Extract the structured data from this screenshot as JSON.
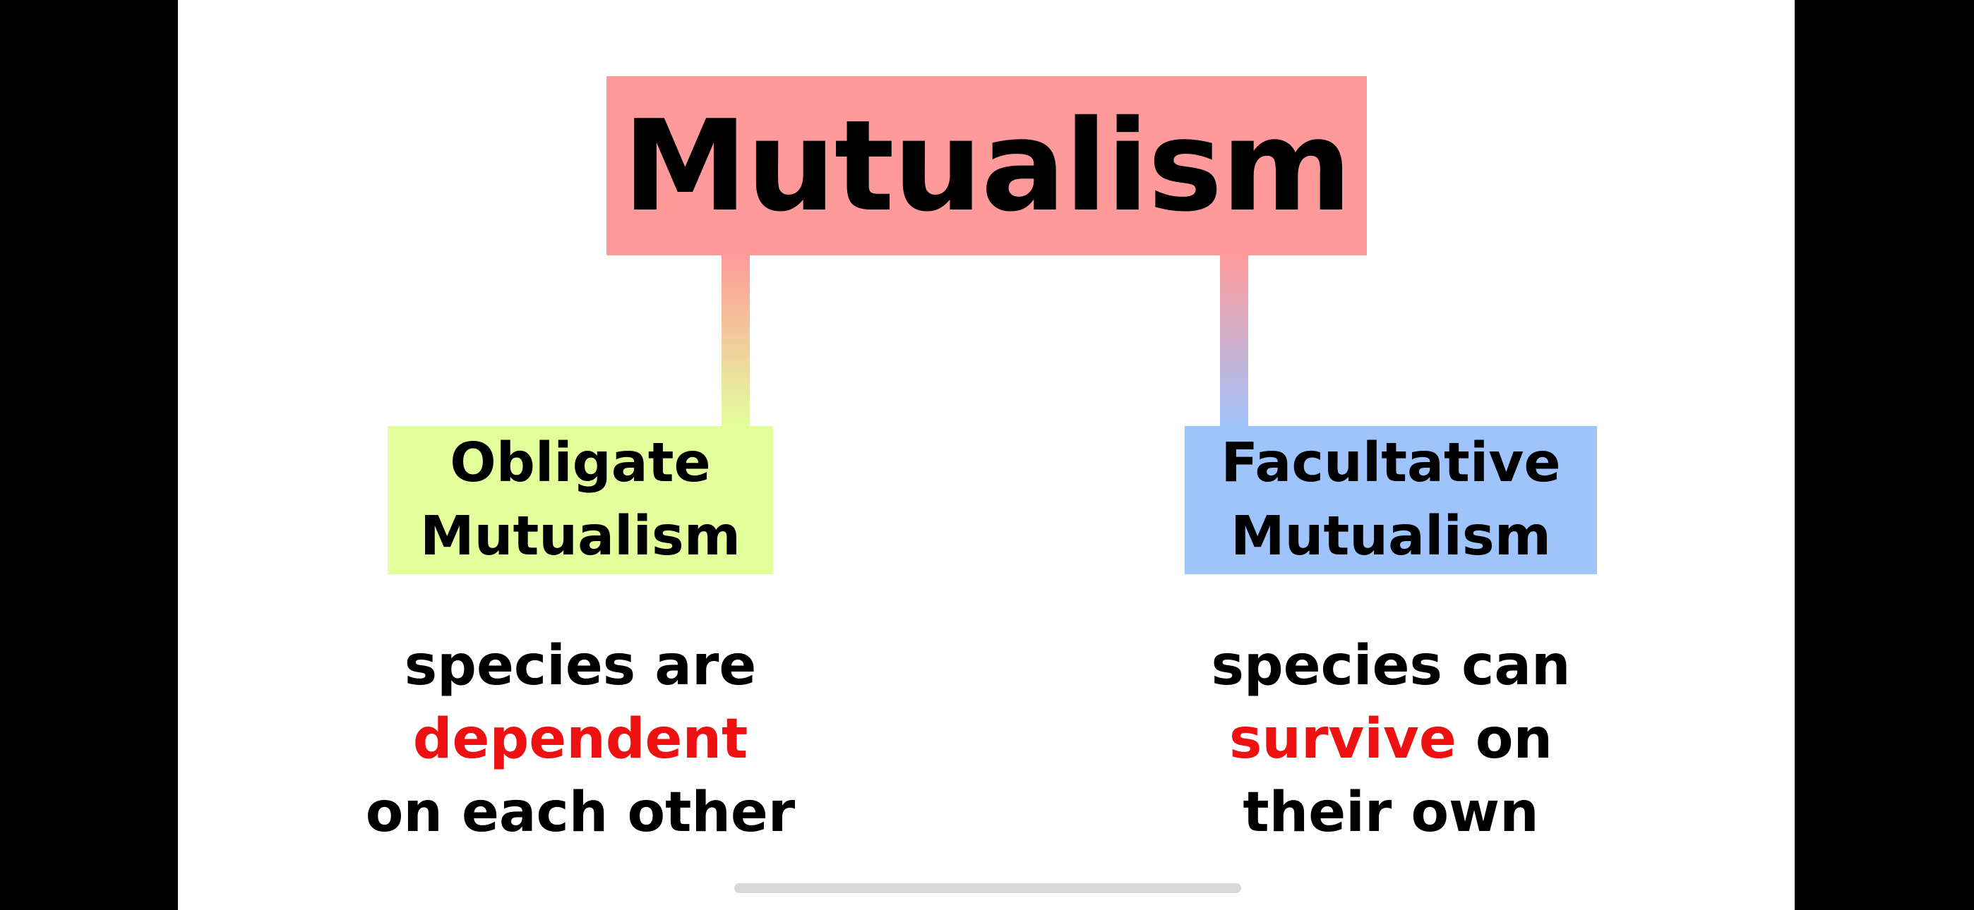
{
  "colors": {
    "background": "#ffffff",
    "letterbox": "#000000",
    "title_box": "#ff9a9a",
    "obligate_box": "#e3ff9c",
    "facultative_box": "#9fc3fb",
    "emphasis": "#ee1111",
    "text": "#000000"
  },
  "title": {
    "text": "Mutualism"
  },
  "branches": [
    {
      "label_line1": "Obligate",
      "label_line2": "Mutualism",
      "desc_line1": "species are",
      "desc_highlight": "dependent",
      "desc_line2_rest": "",
      "desc_line3": "on each other"
    },
    {
      "label_line1": "Facultative",
      "label_line2": "Mutualism",
      "desc_line1": "species can",
      "desc_highlight": "survive",
      "desc_line2_rest": " on",
      "desc_line3": "their own"
    }
  ]
}
